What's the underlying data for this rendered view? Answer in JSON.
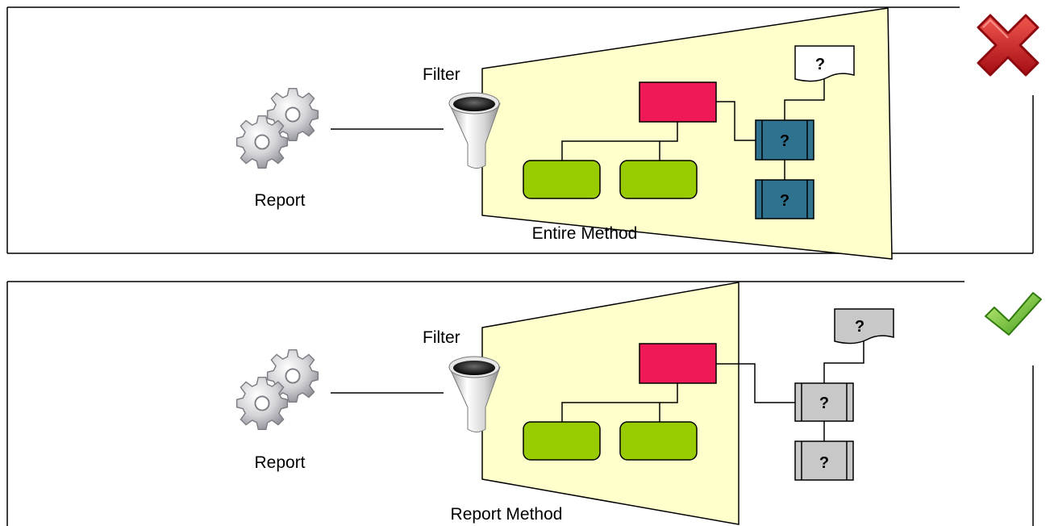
{
  "panels": [
    {
      "report_label": "Report",
      "filter_label": "Filter",
      "scope_label": "Entire Method",
      "doc_mark": "?",
      "process_marks": [
        "?",
        "?"
      ],
      "verdict_icon": "cross-icon"
    },
    {
      "report_label": "Report",
      "filter_label": "Filter",
      "scope_label": "Report Method",
      "doc_mark": "?",
      "process_marks": [
        "?",
        "?"
      ],
      "verdict_icon": "check-icon"
    }
  ],
  "colors": {
    "funnel_fill": "#ffffcc",
    "root_box": "#ef1a55",
    "child_box": "#99cc00",
    "process_included": "#2f728f",
    "process_excluded": "#c8c8c8",
    "cross": "#c8161d",
    "check": "#58b920"
  }
}
